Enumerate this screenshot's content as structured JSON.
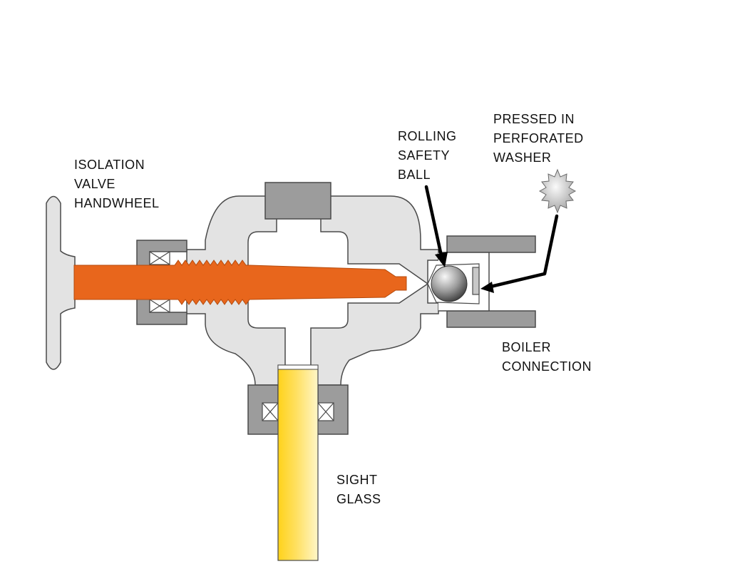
{
  "labels": {
    "handwheel": [
      "ISOLATION",
      "VALVE",
      "HANDWHEEL"
    ],
    "ball": [
      "ROLLING",
      "SAFETY",
      "BALL"
    ],
    "washer": [
      "PRESSED IN",
      "PERFORATED",
      "WASHER"
    ],
    "boiler": [
      "BOILER",
      "CONNECTION"
    ],
    "sight_glass": [
      "SIGHT",
      "GLASS"
    ]
  },
  "colors": {
    "body_fill": "#e3e3e3",
    "outline": "#4a4a4a",
    "packing_nut": "#9c9c9c",
    "stem": "#e8661c",
    "glass_light": "#fff6c8",
    "glass_dark": "#ffd21a",
    "ball_light": "#f8f8f8",
    "ball_dark": "#3a3a3a",
    "arrow": "#000000"
  }
}
